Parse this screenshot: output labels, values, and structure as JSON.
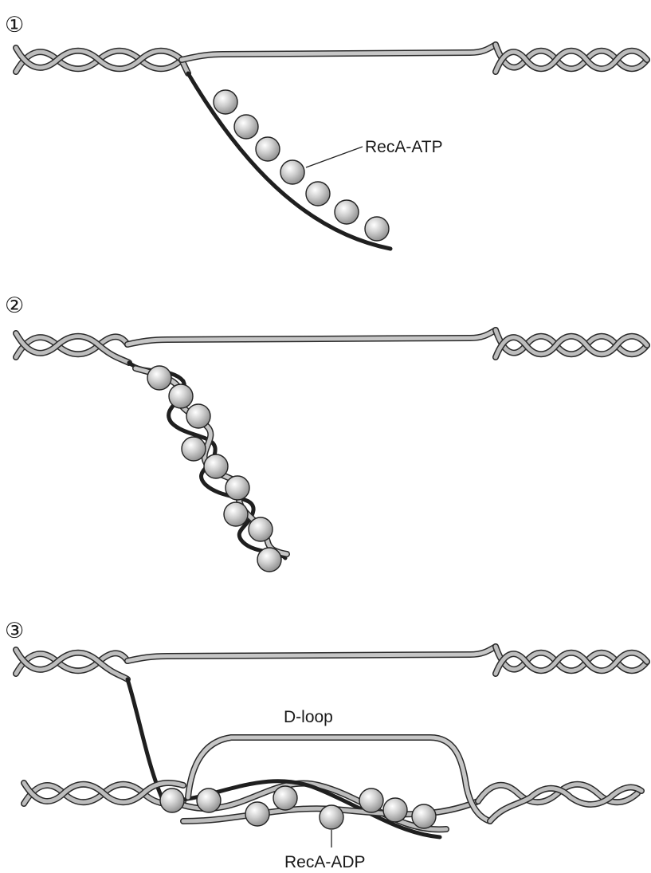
{
  "steps": [
    "①",
    "②",
    "③"
  ],
  "labels": {
    "recA_atp": "RecA-ATP",
    "d_loop": "D-loop",
    "recA_adp": "RecA-ADP"
  },
  "colors": {
    "light_strand": "#bdbdbd",
    "dark_strand": "#1f1f1f",
    "protein": "#c4c4c4"
  },
  "icons": [
    "recA-protein-sphere"
  ]
}
